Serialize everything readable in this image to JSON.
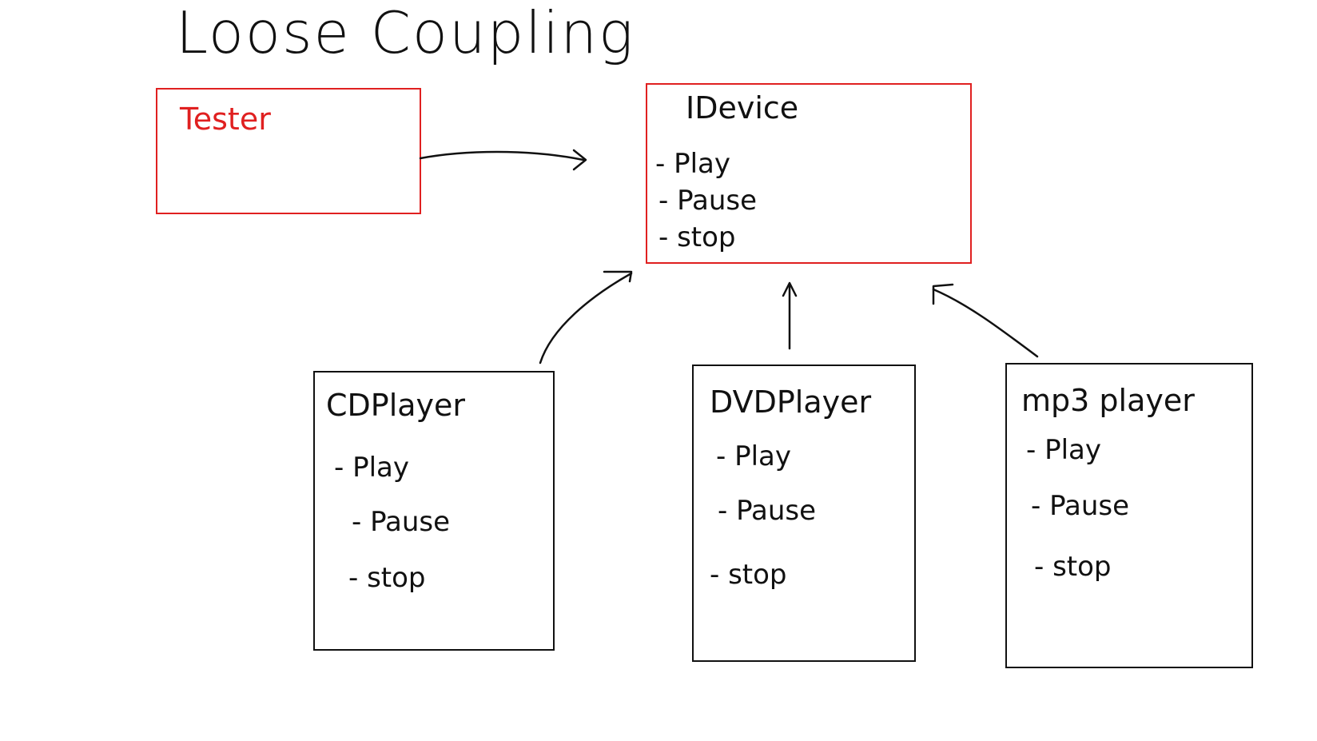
{
  "title": "Loose Coupling",
  "colors": {
    "ink": "#111111",
    "red": "#e02020"
  },
  "tester": {
    "label": "Tester"
  },
  "interface": {
    "label": "IDevice",
    "methods": [
      "- Play",
      "- Pause",
      "- stop"
    ]
  },
  "implementations": [
    {
      "label": "CDPlayer",
      "methods": [
        "- Play",
        "- Pause",
        "- stop"
      ]
    },
    {
      "label": "DVDPlayer",
      "methods": [
        "- Play",
        "- Pause",
        "- stop"
      ]
    },
    {
      "label": "mp3 player",
      "methods": [
        "- Play",
        "- Pause",
        "- stop"
      ]
    }
  ]
}
